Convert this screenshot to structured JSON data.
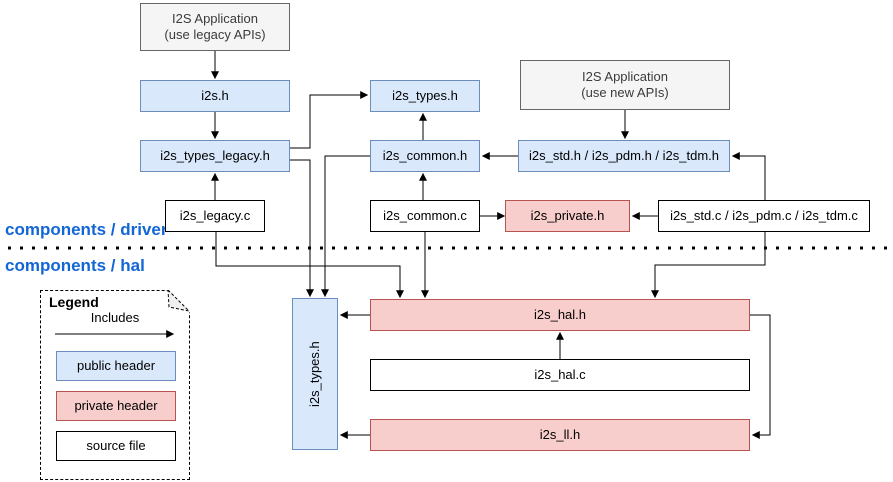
{
  "sections": {
    "driver_label": "components / driver",
    "hal_label": "components / hal"
  },
  "nodes": {
    "app_legacy": {
      "line1": "I2S Application",
      "line2": "(use legacy APIs)"
    },
    "app_new": {
      "line1": "I2S Application",
      "line2": "(use new APIs)"
    },
    "i2s_h": "i2s.h",
    "i2s_types_legacy_h": "i2s_types_legacy.h",
    "i2s_legacy_c": "i2s_legacy.c",
    "i2s_types_h_top": "i2s_types.h",
    "i2s_common_h": "i2s_common.h",
    "i2s_common_c": "i2s_common.c",
    "i2s_std_h": "i2s_std.h / i2s_pdm.h / i2s_tdm.h",
    "i2s_private_h": "i2s_private.h",
    "i2s_std_c": "i2s_std.c / i2s_pdm.c / i2s_tdm.c",
    "i2s_types_h_hal": "i2s_types.h",
    "i2s_hal_h": "i2s_hal.h",
    "i2s_hal_c": "i2s_hal.c",
    "i2s_ll_h": "i2s_ll.h"
  },
  "legend": {
    "title": "Legend",
    "arrow_label": "Includes",
    "public_header": "public header",
    "private_header": "private header",
    "source_file": "source file"
  },
  "colors": {
    "public_header_fill": "#dae8fc",
    "public_header_border": "#6c8ebf",
    "private_header_fill": "#f8cecc",
    "private_header_border": "#b85450",
    "app_box_fill": "#f5f5f5",
    "app_box_border": "#666666",
    "section_label_text": "#1366d6",
    "edge_stroke": "#000000"
  }
}
